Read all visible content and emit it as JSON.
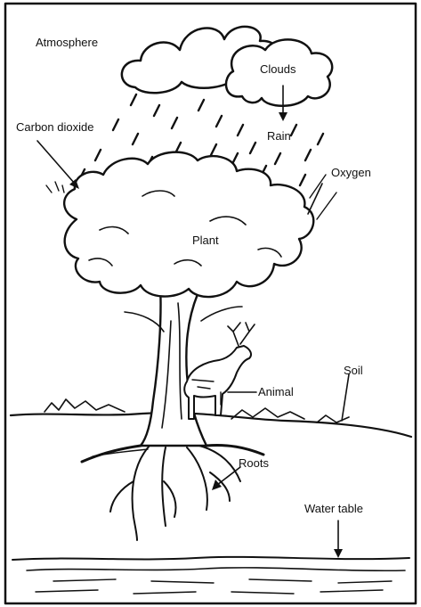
{
  "diagram": {
    "labels": {
      "atmosphere": "Atmosphere",
      "clouds": "Clouds",
      "carbon_dioxide": "Carbon dioxide",
      "rain": "Rain",
      "oxygen": "Oxygen",
      "plant": "Plant",
      "soil": "Soil",
      "animal": "Animal",
      "roots": "Roots",
      "water_table": "Water table"
    }
  }
}
